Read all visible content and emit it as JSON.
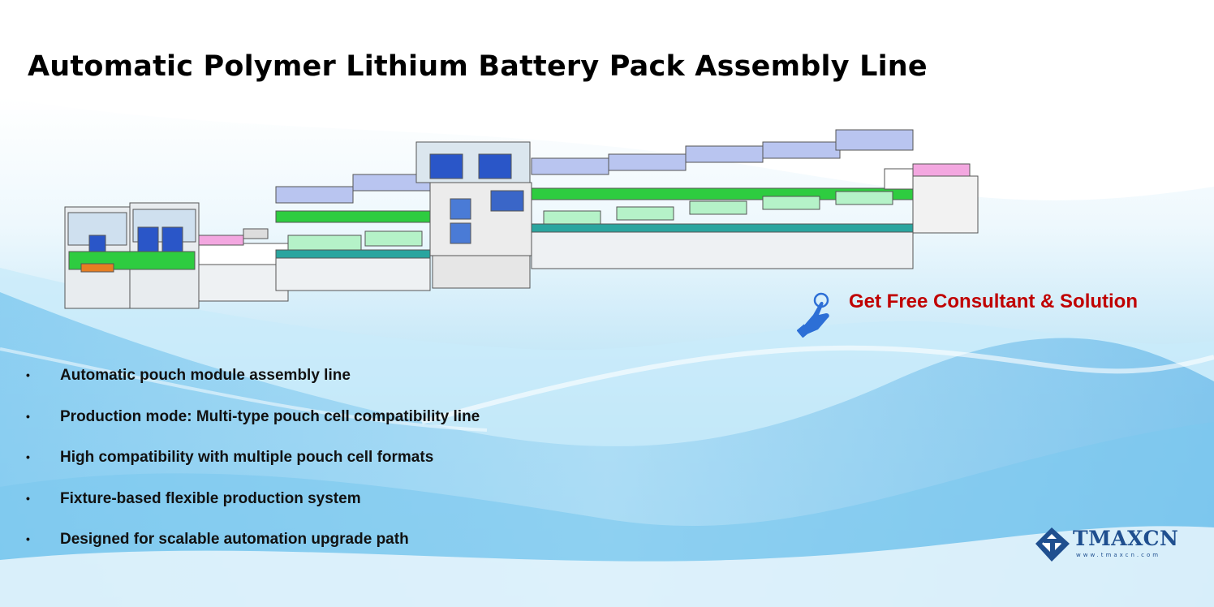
{
  "title": "Automatic Polymer Lithium Battery Pack Assembly Line",
  "cta": {
    "label": "Get Free Consultant & Solution",
    "icon": "pointing-hand-icon"
  },
  "features": [
    "Automatic pouch module assembly line",
    "Production mode: Multi-type pouch cell compatibility line",
    "High compatibility with multiple pouch cell formats",
    "Fixture-based flexible production system",
    "Designed for scalable automation upgrade path"
  ],
  "bullet": "•",
  "logo": {
    "name": "TMAXCN",
    "url": "www.tmaxcn.com",
    "icon": "tmaxcn-logo-icon"
  },
  "colors": {
    "title": "#000000",
    "cta": "#c00000",
    "logo": "#1f4f8f",
    "accent_green": "#2ecc40",
    "panel_blue": "#b9c5f0"
  }
}
